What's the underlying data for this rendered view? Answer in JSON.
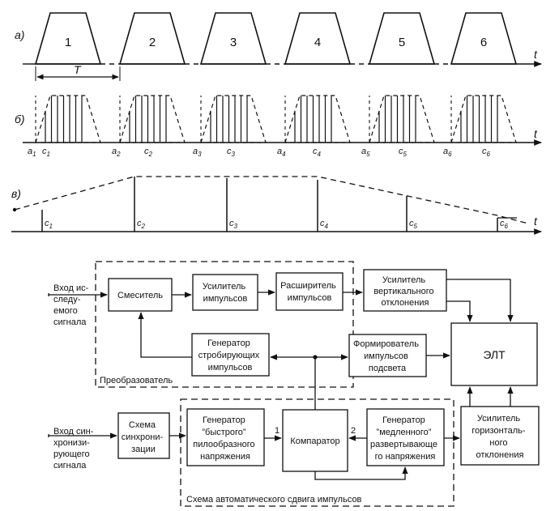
{
  "waveforms": {
    "row_a": {
      "label": "а)",
      "axis_label": "t",
      "pulses": [
        "1",
        "2",
        "3",
        "4",
        "5",
        "6"
      ],
      "period_label": "T"
    },
    "row_b": {
      "label": "б)",
      "axis_label": "t",
      "ticks": [
        {
          "a": "a",
          "a_sub": "1",
          "c": "c",
          "c_sub": "1"
        },
        {
          "a": "a",
          "a_sub": "2",
          "c": "c",
          "c_sub": "2"
        },
        {
          "a": "a",
          "a_sub": "3",
          "c": "c",
          "c_sub": "3"
        },
        {
          "a": "a",
          "a_sub": "4",
          "c": "c",
          "c_sub": "4"
        },
        {
          "a": "a",
          "a_sub": "5",
          "c": "c",
          "c_sub": "5"
        },
        {
          "a": "a",
          "a_sub": "6",
          "c": "c",
          "c_sub": "6"
        }
      ]
    },
    "row_c": {
      "label": "в)",
      "axis_label": "t",
      "samples": [
        {
          "c": "c",
          "sub": "1"
        },
        {
          "c": "c",
          "sub": "2"
        },
        {
          "c": "c",
          "sub": "3"
        },
        {
          "c": "c",
          "sub": "4"
        },
        {
          "c": "c",
          "sub": "5"
        },
        {
          "c": "c",
          "sub": "6"
        }
      ]
    }
  },
  "blocks": {
    "mixer": [
      "Смеситель"
    ],
    "pulse_amp": [
      "Усилитель",
      "импульсов"
    ],
    "pulse_expander": [
      "Расширитель",
      "импульсов"
    ],
    "vert_amp": [
      "Усилитель",
      "вертикального",
      "отклонения"
    ],
    "strobe_gen": [
      "Генератор",
      "стробирующих",
      "импульсов"
    ],
    "blank_former": [
      "Формирователь",
      "импульсов",
      "подсвета"
    ],
    "crt": [
      "ЭЛТ"
    ],
    "sync": [
      "Схема",
      "синхрони-",
      "зации"
    ],
    "fast_gen": [
      "Генератор",
      "”быстрого”",
      "пилообразного",
      "напряжения"
    ],
    "comparator": [
      "Компаратор"
    ],
    "slow_gen": [
      "Генератор",
      "”медленного”",
      "развертывающе",
      "го напряжения"
    ],
    "horiz_amp": [
      "Усилитель",
      "горизонталь-",
      "ного",
      "отклонения"
    ]
  },
  "groups": {
    "converter": "Преобразователь",
    "auto_shift": "Схема автоматического сдвига импульсов"
  },
  "inputs": {
    "test_signal": [
      "Вход ис-",
      "следу-",
      "емого",
      "сигнала"
    ],
    "sync_signal": [
      "Вход син-",
      "хронизи-",
      "рующего",
      "сигнала"
    ]
  },
  "port_labels": {
    "comparator_in_1": "1",
    "comparator_in_2": "2"
  }
}
